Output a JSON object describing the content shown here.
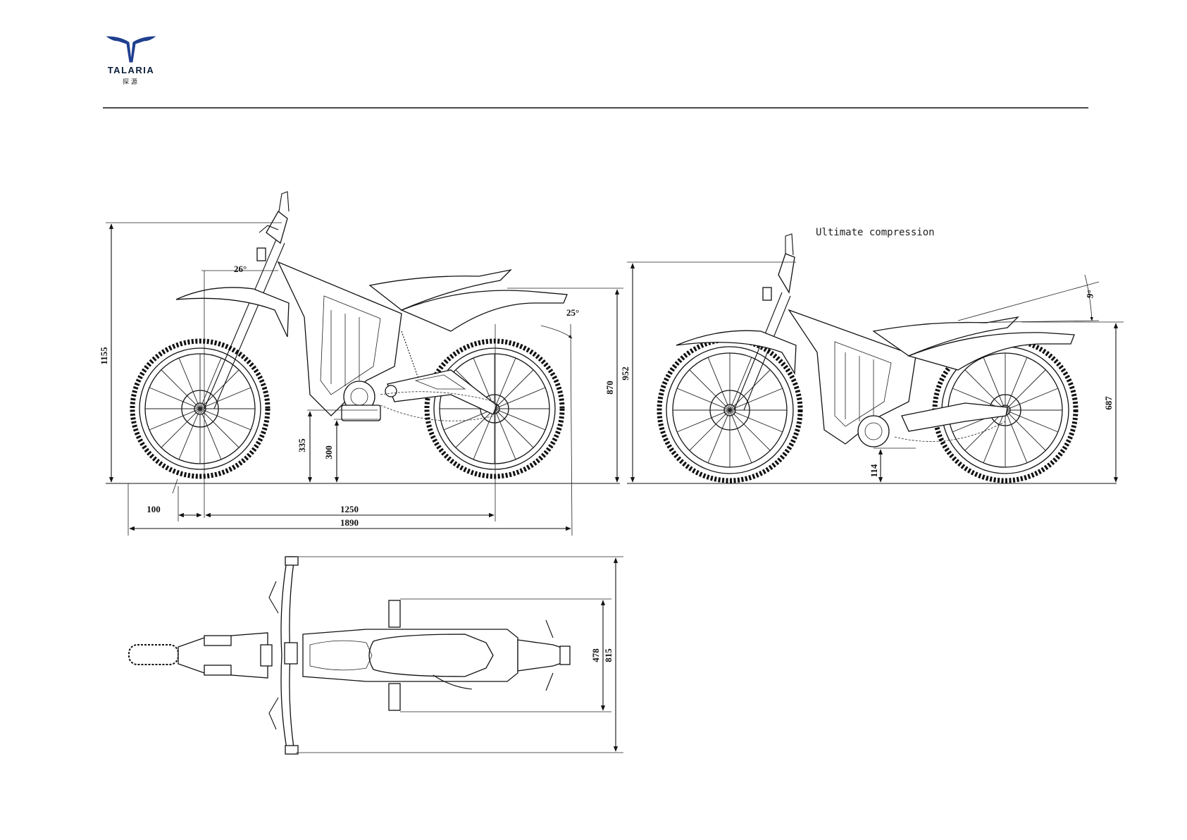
{
  "brand": {
    "name": "TALARIA",
    "subname": "探源",
    "color": "#1f3f8f"
  },
  "annotations": {
    "ultimate_compression": "Ultimate compression"
  },
  "side_view": {
    "overall_height": "1155",
    "seat_height": "870",
    "ground_clearance": "335",
    "axle_height": "300",
    "front_overhang": "100",
    "wheelbase": "1250",
    "overall_length": "1890",
    "head_angle": "26°",
    "rear_angle": "25°"
  },
  "compressed_view": {
    "overall_height": "952",
    "seat_height": "687",
    "ground_clearance": "114",
    "angle": "9°"
  },
  "top_view": {
    "footpeg_width": "478",
    "handlebar_width": "815"
  }
}
